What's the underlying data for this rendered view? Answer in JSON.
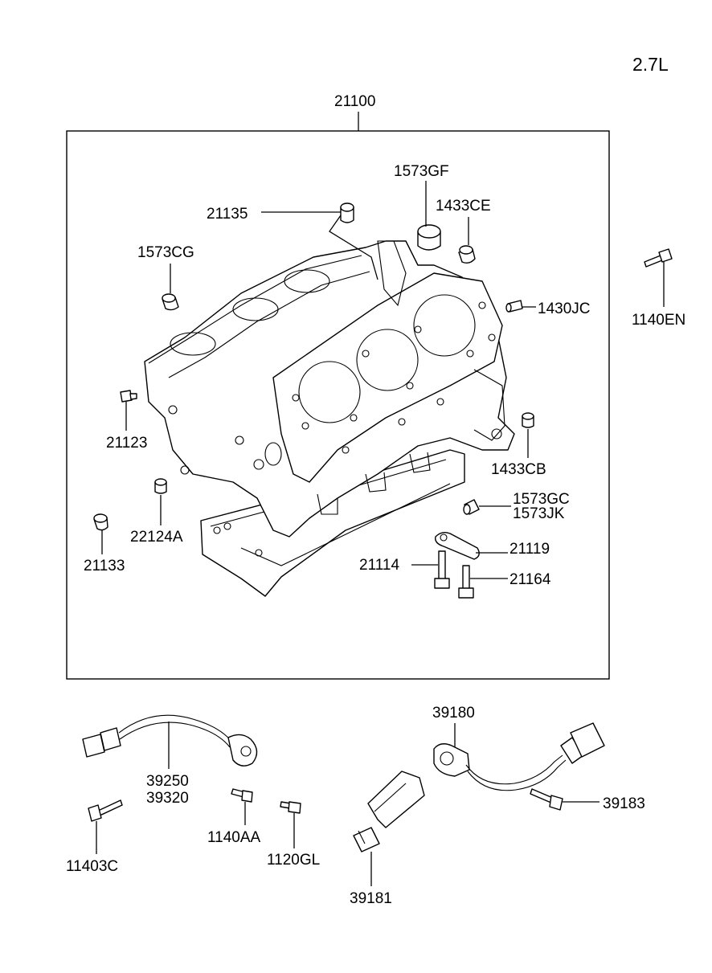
{
  "engine_spec": "2.7L",
  "assembly_label": "21100",
  "part_labels": {
    "p1573GF": "1573GF",
    "p1433CE": "1433CE",
    "p21135": "21135",
    "p1573CG": "1573CG",
    "p1430JC": "1430JC",
    "p1140EN": "1140EN",
    "p21123": "21123",
    "p1433CB": "1433CB",
    "p22124A": "22124A",
    "p1573GC": "1573GC",
    "p1573JK": "1573JK",
    "p21133": "21133",
    "p21119": "21119",
    "p21114": "21114",
    "p21164": "21164",
    "p39180": "39180",
    "p39250": "39250",
    "p39320": "39320",
    "p39183": "39183",
    "p1140AA": "1140AA",
    "p1120GL": "1120GL",
    "p11403C": "11403C",
    "p39181": "39181"
  }
}
